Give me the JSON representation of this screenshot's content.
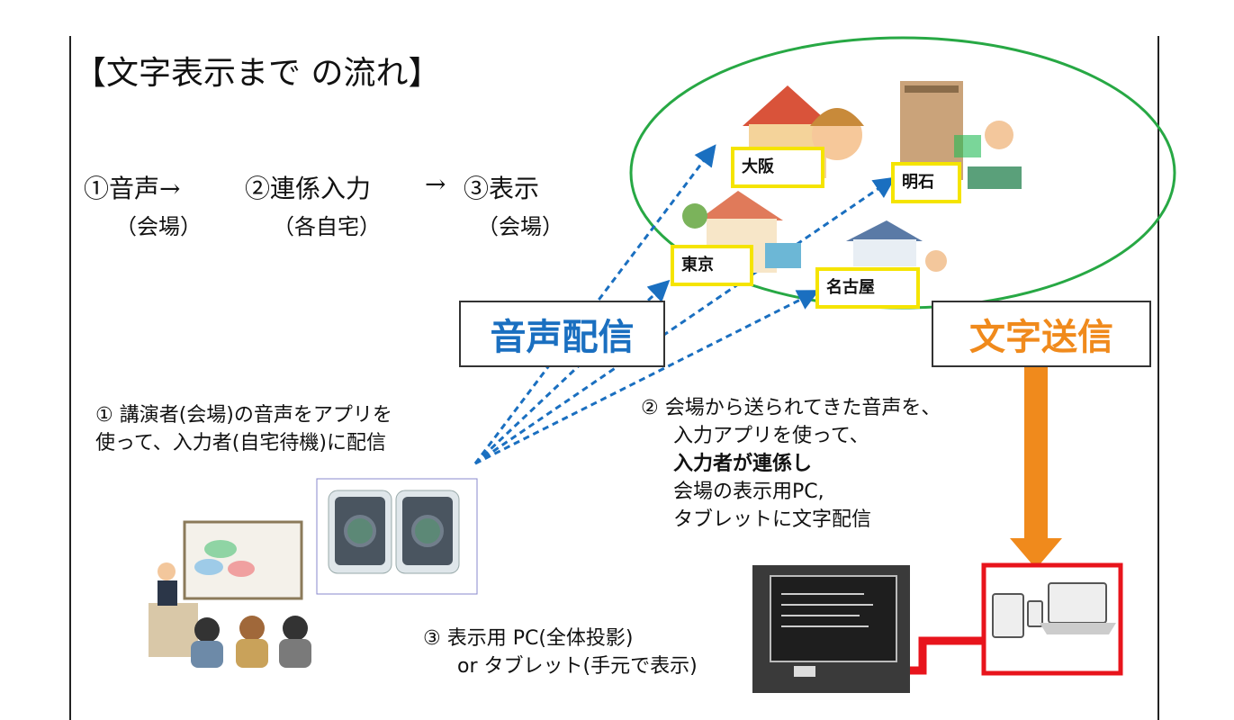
{
  "title": "【文字表示まで の流れ】",
  "flow": {
    "step1": "①音声→",
    "step1_sub": "（会場）",
    "step2": "②連係入力",
    "arrow": "→",
    "step3": "③表示",
    "step2_sub": "（各自宅）",
    "step3_sub": "（会場）"
  },
  "cities": [
    "大阪",
    "明石",
    "東京",
    "名古屋"
  ],
  "audio_label": "音声配信",
  "text_label": "文字送信",
  "desc1": [
    "① 講演者(会場)の音声をアプリを",
    "使って、入力者(自宅待機)に配信"
  ],
  "desc2": [
    "② 会場から送られてきた音声を、",
    "入力アプリを使って、",
    "入力者が連係し",
    "会場の表示用PC,",
    "タブレットに文字配信"
  ],
  "desc3": [
    "③ 表示用 PC(全体投影)",
    "or タブレット(手元で表示)"
  ],
  "colors": {
    "blue": "#1a6fc0",
    "orange": "#f08a1c",
    "red": "#e8141c",
    "green": "#27a844",
    "yellow": "#f5e400"
  }
}
